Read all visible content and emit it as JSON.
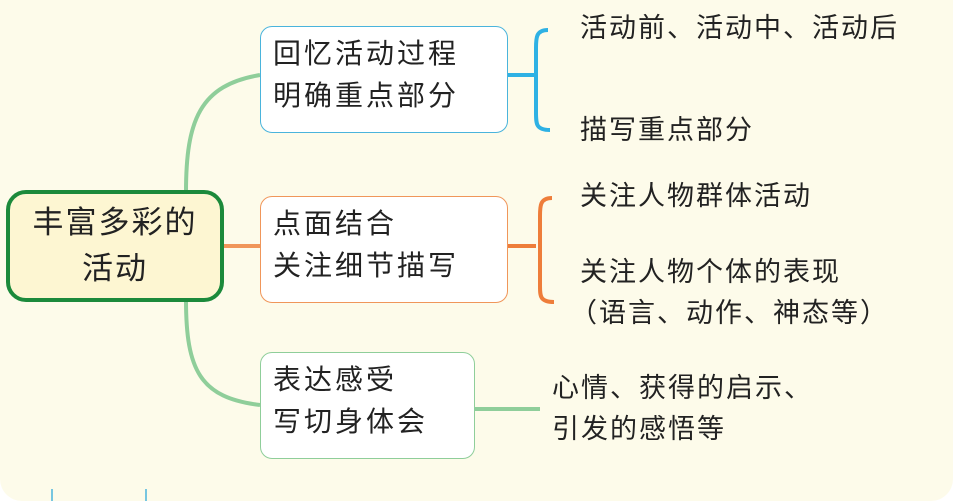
{
  "root": {
    "lines": [
      "丰富多彩的",
      "活动"
    ]
  },
  "branches": [
    {
      "lines": [
        "回忆活动过程",
        "明确重点部分"
      ],
      "color": "#4ab4dc",
      "leaves": [
        {
          "lines": [
            "活动前、活动中、活动后"
          ]
        },
        {
          "lines": [
            "描写重点部分"
          ]
        }
      ]
    },
    {
      "lines": [
        "点面结合",
        "关注细节描写"
      ],
      "color": "#f0965a",
      "leaves": [
        {
          "lines": [
            "关注人物群体活动"
          ]
        },
        {
          "lines": [
            "关注人物个体的表现",
            "（语言、动作、神态等）"
          ]
        }
      ]
    },
    {
      "lines": [
        "表达感受",
        "写切身体会"
      ],
      "color": "#8fce9a",
      "leaves": [
        {
          "lines": [
            "心情、获得的启示、",
            "引发的感悟等"
          ]
        }
      ]
    }
  ],
  "colors": {
    "root_border": "#1c8a3b",
    "root_fill": "#fdf6d2",
    "background": "#fdfbea"
  }
}
